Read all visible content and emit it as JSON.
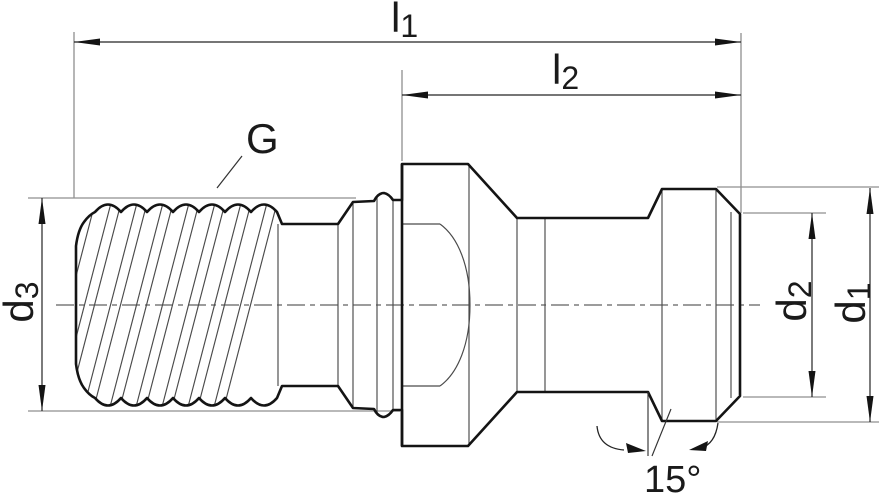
{
  "drawing": {
    "type": "technical-drawing",
    "subject": "pull-stud-retention-knob-side-view",
    "background_color": "#ffffff",
    "outline_color": "#141414",
    "thin_edge_color": "#4a4a4a",
    "extension_line_color": "#8f8f8f",
    "dimension_line_color": "#242424",
    "labels": {
      "l1": {
        "main": "l",
        "sub": "1"
      },
      "l2": {
        "main": "l",
        "sub": "2"
      },
      "d1": {
        "main": "d",
        "sub": "1"
      },
      "d2": {
        "main": "d",
        "sub": "2"
      },
      "d3": {
        "main": "d",
        "sub": "3"
      },
      "thread_designation": {
        "text": "G"
      },
      "chamfer_angle": {
        "text": "15°"
      }
    }
  }
}
